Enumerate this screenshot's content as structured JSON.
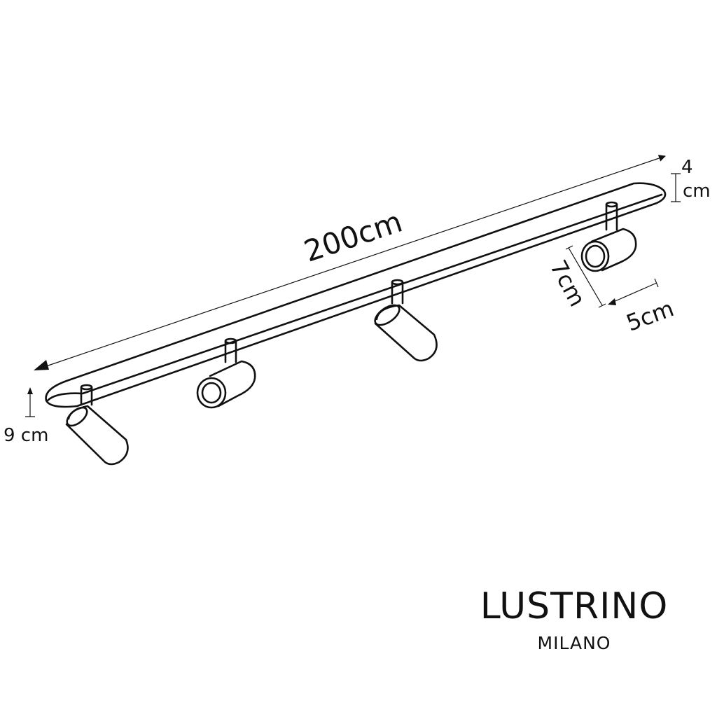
{
  "dimensions": {
    "length": "200cm",
    "bar_height_number": "4",
    "bar_height_unit": "cm",
    "drop_height": "9 cm",
    "spot_length": "7cm",
    "spot_diameter": "5cm"
  },
  "brand": {
    "name": "LUSTRINO",
    "city": "MILANO"
  },
  "colors": {
    "line": "#111111",
    "background": "#ffffff"
  }
}
